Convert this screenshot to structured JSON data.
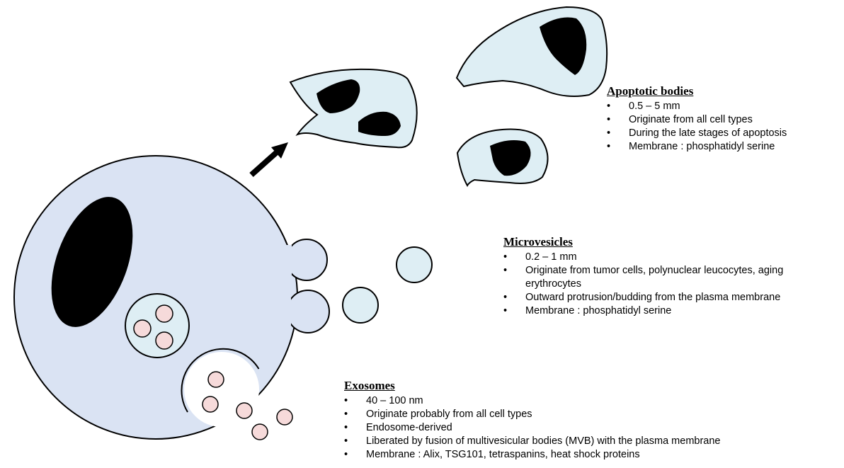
{
  "apoptotic_bodies": {
    "title": "Apoptotic bodies",
    "items": [
      "0.5 – 5 mm",
      "Originate from all cell types",
      "During the late stages of apoptosis",
      "Membrane : phosphatidyl serine"
    ]
  },
  "microvesicles": {
    "title": "Microvesicles",
    "items": [
      "0.2 – 1 mm",
      "Originate from tumor cells, polynuclear leucocytes, aging erythrocytes",
      "Outward protrusion/budding from the plasma membrane",
      "Membrane : phosphatidyl serine"
    ]
  },
  "exosomes": {
    "title": "Exosomes",
    "items": [
      "40 – 100 nm",
      "Originate probably from all cell types",
      "Endosome-derived",
      "Liberated by fusion of multivesicular bodies (MVB) with the plasma membrane",
      "Membrane : Alix, TSG101, tetraspanins, heat shock proteins"
    ]
  },
  "colors": {
    "cell_fill": "#dae3f3",
    "apoptotic_fill": "#deeef4",
    "exosome_fill": "#f6dada",
    "nucleus": "#000000",
    "outline": "#000000"
  },
  "icons": [
    "arrow-icon"
  ]
}
